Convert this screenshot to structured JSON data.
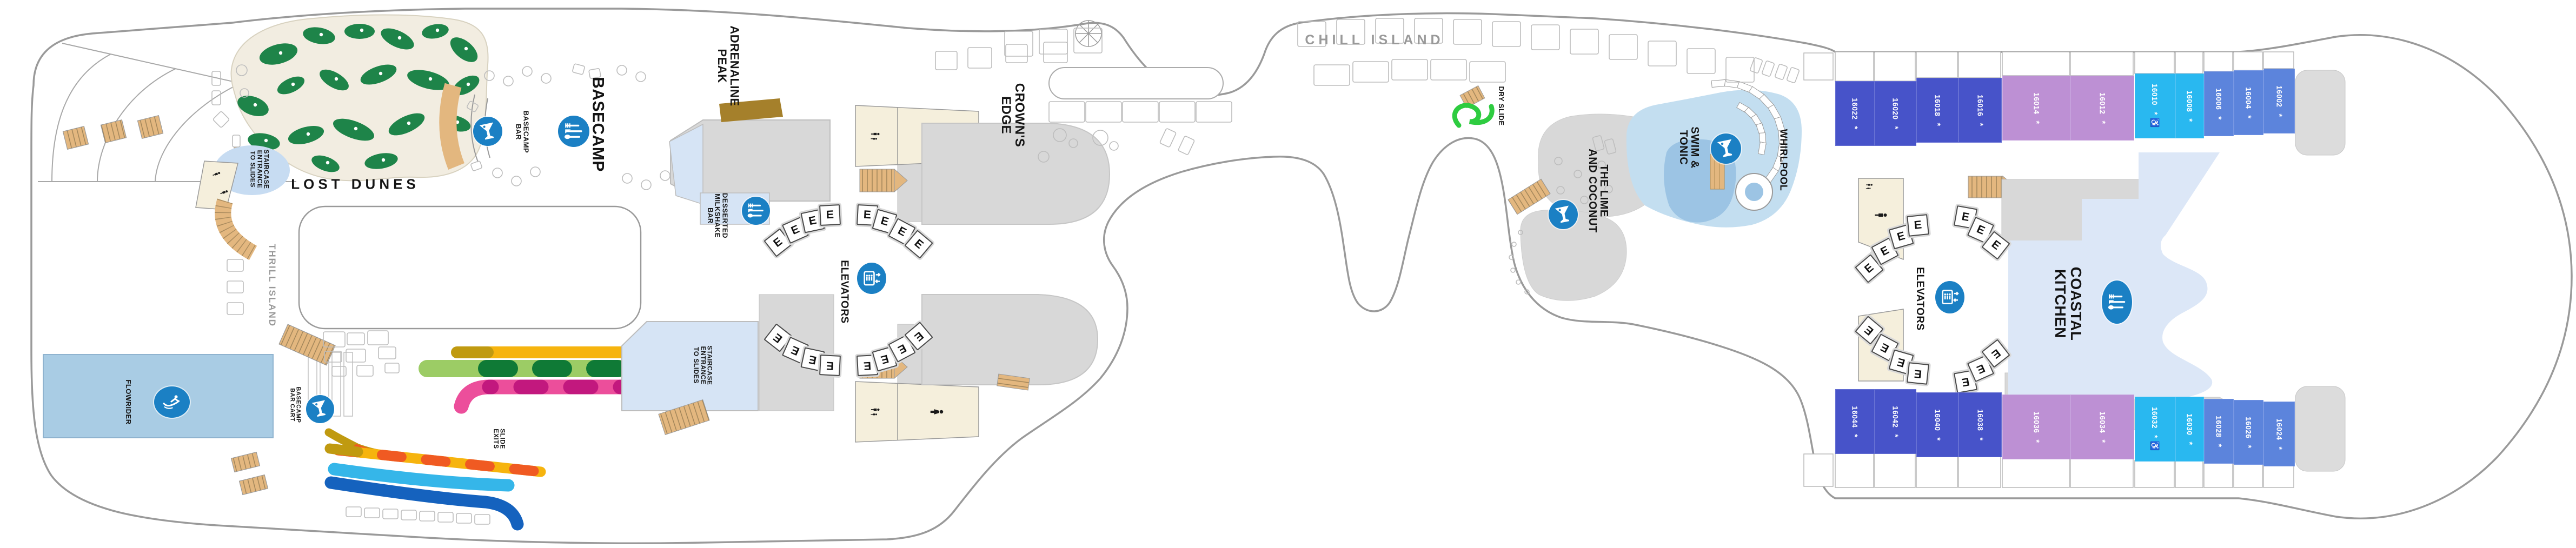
{
  "deck": {
    "ship_area_labels": {
      "flowrider": "FLOWRIDER",
      "thrill_island": "THRILL ISLAND",
      "staircase_slides": "STAIRCASE\nENTRANCE\nTO SLIDES",
      "lost_dunes": "LOST DUNES",
      "basecamp_bar_cart": "BASECAMP\nBAR CART",
      "slide_exits": "SLIDE\nEXITS",
      "basecamp_bar": "BASECAMP\nBAR",
      "basecamp": "BASECAMP",
      "adrenaline_peak": "ADRENALINE\nPEAK",
      "desserted_milkshake_bar": "DESSERTED\nMILKSHAKE\nBAR",
      "elevators": "ELEVATORS",
      "crowns_edge": "CROWN'S\nEDGE",
      "chill_island": "CHILL ISLAND",
      "dry_slide": "DRY SLIDE",
      "lime_coconut": "THE LIME\nAND COCONUT",
      "swim_tonic": "SWIM &\nTONIC",
      "whirlpool": "WHIRLPOOL",
      "coastal_kitchen": "COASTAL\nKITCHEN"
    },
    "elevator_tile_letter": "E",
    "cabin_suffix_symbol": "*",
    "accessible_symbol": "♿",
    "cabins": {
      "top": [
        {
          "number": "16022",
          "category": "indigo",
          "accessible": false
        },
        {
          "number": "16020",
          "category": "indigo",
          "accessible": false
        },
        {
          "number": "16018",
          "category": "indigo",
          "accessible": false
        },
        {
          "number": "16016",
          "category": "indigo",
          "accessible": false
        },
        {
          "number": "16014",
          "category": "purple",
          "accessible": false
        },
        {
          "number": "16012",
          "category": "purple",
          "accessible": false
        },
        {
          "number": "16010",
          "category": "cyan",
          "accessible": true
        },
        {
          "number": "16008",
          "category": "cyan",
          "accessible": false
        },
        {
          "number": "16006",
          "category": "blue",
          "accessible": false
        },
        {
          "number": "16004",
          "category": "blue",
          "accessible": false
        },
        {
          "number": "16002",
          "category": "blue",
          "accessible": false
        }
      ],
      "bottom": [
        {
          "number": "16044",
          "category": "indigo",
          "accessible": false
        },
        {
          "number": "16042",
          "category": "indigo",
          "accessible": false
        },
        {
          "number": "16040",
          "category": "indigo",
          "accessible": false
        },
        {
          "number": "16038",
          "category": "indigo",
          "accessible": false
        },
        {
          "number": "16036",
          "category": "purple",
          "accessible": false
        },
        {
          "number": "16034",
          "category": "purple",
          "accessible": false
        },
        {
          "number": "16032",
          "category": "cyan",
          "accessible": true
        },
        {
          "number": "16030",
          "category": "cyan",
          "accessible": false
        },
        {
          "number": "16028",
          "category": "blue",
          "accessible": false
        },
        {
          "number": "16026",
          "category": "blue",
          "accessible": false
        },
        {
          "number": "16024",
          "category": "blue",
          "accessible": false
        }
      ]
    },
    "colors": {
      "cabin_indigo": "#4753C9",
      "cabin_purple": "#BD90D4",
      "cabin_cyan": "#29B8F0",
      "cabin_blue": "#5C84DC",
      "icon_blue": "#1B80C4",
      "pool_light": "#C3DEF0",
      "pool_dark": "#9CC4E4",
      "deck_gray": "#D8D8D8",
      "restroom_cream": "#F5EFDC",
      "sand": "#F2EDE1",
      "golf_green": "#1E8449",
      "stairs_tan": "#E3B77F",
      "slide_yellow": "#F6B40E",
      "slide_olive": "#C09A10",
      "slide_green": "#9CCC65",
      "slide_green_dark": "#0F7A36",
      "slide_pink": "#EC4E9B",
      "slide_pink_dark": "#C2187E",
      "slide_orange": "#F05A22",
      "slide_cyan": "#35B6E9",
      "slide_blue": "#1562BE",
      "dry_slide_green": "#2ECC40",
      "hull_line": "#9A9A9A"
    }
  }
}
